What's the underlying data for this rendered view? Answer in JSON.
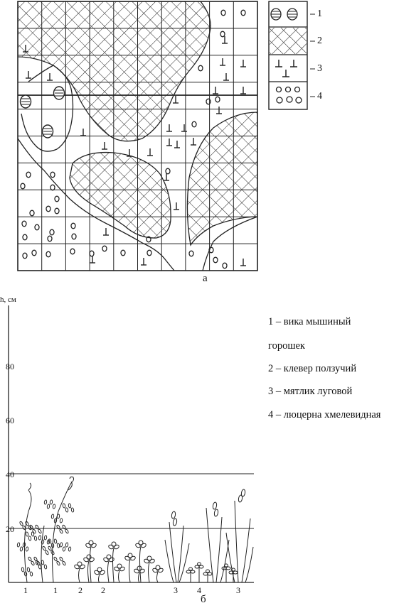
{
  "panel_a": {
    "caption": "а",
    "legend": [
      {
        "number": "1",
        "icon": "striped-oval-icon"
      },
      {
        "number": "2",
        "icon": "crosshatch-icon"
      },
      {
        "number": "3",
        "icon": "t-mark-icon"
      },
      {
        "number": "4",
        "icon": "small-circle-icon"
      }
    ]
  },
  "panel_b": {
    "caption": "б",
    "y_axis_label": "h, см",
    "y_ticks": [
      "80",
      "60",
      "40",
      "20"
    ],
    "species": [
      {
        "number": "1",
        "name": "вика мышиный горошек"
      },
      {
        "number": "2",
        "name": "клевер ползучий"
      },
      {
        "number": "3",
        "name": "мятлик луговой"
      },
      {
        "number": "4",
        "name": "люцерна хмелевидная"
      }
    ],
    "species_lines": [
      "1 – вика мышиный",
      "горошек",
      "2 – клевер ползучий",
      "3 – мятлик луговой",
      "4 – люцерна хмелевидная"
    ],
    "x_labels": [
      "1",
      "1",
      "2",
      "2",
      "3",
      "4",
      "3"
    ]
  }
}
